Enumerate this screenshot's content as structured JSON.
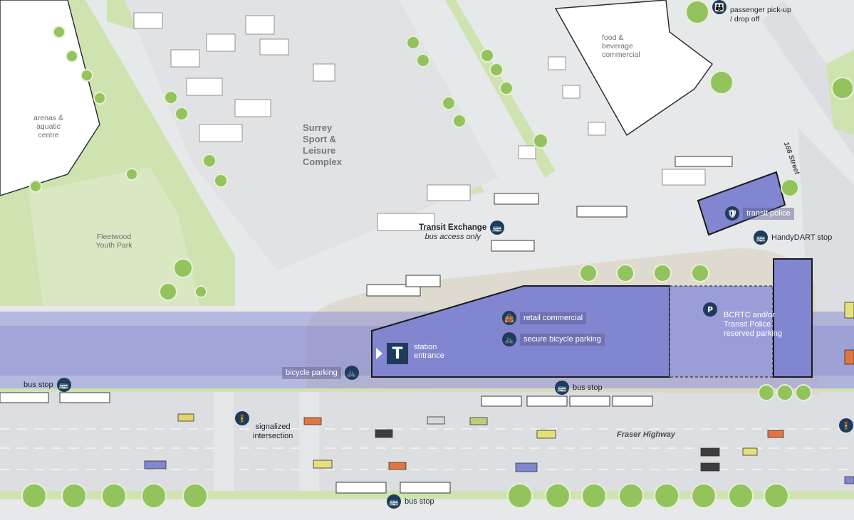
{
  "map": {
    "areas": {
      "arenas": "arenas &\naquatic\ncentre",
      "park": "Fleetwood\nYouth Park",
      "sport_complex": "Surrey\nSport &\nLeisure\nComplex",
      "food": "food &\nbeverage\ncommercial"
    },
    "streets": {
      "fraser": "Fraser Highway",
      "street166": "166 Street"
    },
    "transit_exchange": {
      "title": "Transit Exchange",
      "subtitle": "bus access only"
    },
    "pois": {
      "passenger": "passenger pick-up\n/ drop off",
      "transit_police": "transit police",
      "handydart": "HandyDART stop",
      "retail": "retail commercial",
      "bike_secure": "secure bicycle parking",
      "bcrtc": "BCRTC and/or\nTransit Police\nreserved parking",
      "station": "station\nentrance",
      "bicycle_parking": "bicycle parking",
      "bus_stop_left": "bus stop",
      "bus_stop_mid": "bus stop",
      "bus_stop_bottom": "bus stop",
      "signalized": "signalized\nintersection"
    },
    "icons": {
      "bus": "bus-icon",
      "bike": "bicycle-icon",
      "parking": "P",
      "train": "T",
      "traffic": "traffic-light-icon",
      "police": "police-icon",
      "shopping": "shopping-bag-icon",
      "people": "people-icon"
    },
    "colors": {
      "background": "#e6e8ea",
      "green": "#cfe3b0",
      "tree": "#93c35d",
      "guideway": "#8c8fd6",
      "building": "#8285d0",
      "icon": "#1f3b5c"
    }
  }
}
